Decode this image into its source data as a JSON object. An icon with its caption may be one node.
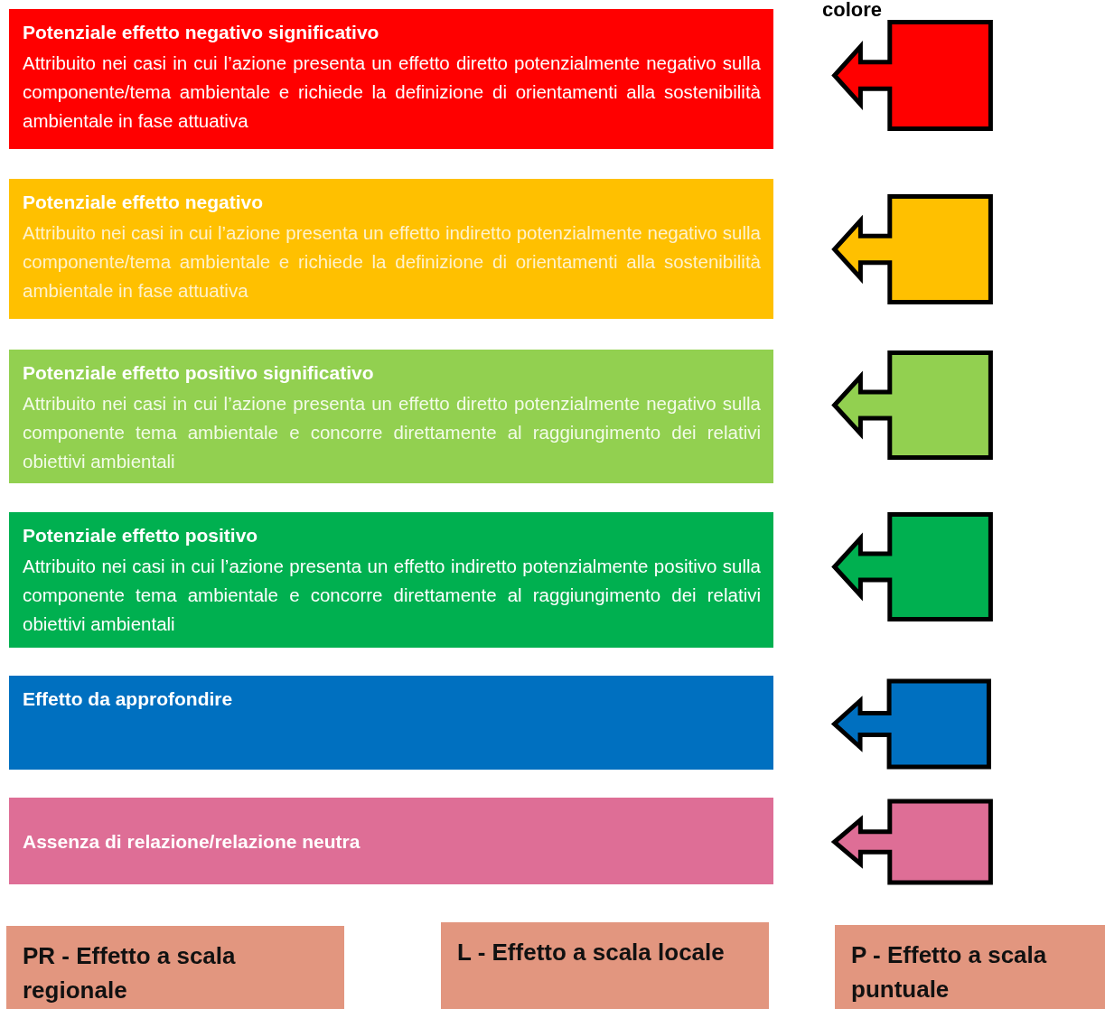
{
  "diagram": {
    "nodes": [
      {
        "text": [
          "Potenziale effetto negativo significativo",
          "Attribuito nei casi in cui l’azione presenta un effetto diretto potenzialmente negativo sulla componente/tema ambientale e richiede la definizione di orientamenti alla sostenibilità ambientale in fase attuativa"
        ]
      },
      {
        "text": [],
        "shape": "arrow"
      },
      {
        "text": [
          "Potenziale effetto negativo",
          "Attribuito nei casi in cui l’azione presenta un effetto indiretto potenzialmente negativo sulla componente/tema ambientale e richiede la definizione di orientamenti alla sostenibilità ambientale in fase attuativa"
        ]
      },
      {
        "text": [],
        "shape": "arrow"
      },
      {
        "text": [
          "Potenziale effetto positivo significativo",
          "Attribuito nei casi in cui l’azione presenta un effetto diretto potenzialmente negativo sulla componente tema ambientale e concorre direttamente al raggiungimento dei relativi obiettivi ambientali"
        ]
      },
      {
        "text": [],
        "shape": "arrow"
      },
      {
        "text": [
          "Potenziale effetto positivo",
          "Attribuito nei casi in cui l’azione presenta un effetto indiretto potenzialmente positivo sulla componente tema ambientale e concorre direttamente al raggiungimento dei relativi obiettivi ambientali"
        ]
      },
      {
        "text": [],
        "shape": "arrow"
      },
      {
        "text": [
          "Effetto da approfondire"
        ]
      },
      {
        "text": [],
        "shape": "arrow"
      },
      {
        "text": [
          "Assenza di relazione/relazione neutra"
        ]
      },
      {
        "text": [],
        "shape": "arrow"
      },
      {
        "text": [
          "PR - Effetto a scala regionale"
        ]
      },
      {
        "text": [
          "L - Effetto a scala locale"
        ]
      },
      {
        "text": [
          "P - Effetto a scala puntuale"
        ]
      }
    ],
    "labels": [
      "colore"
    ]
  }
}
